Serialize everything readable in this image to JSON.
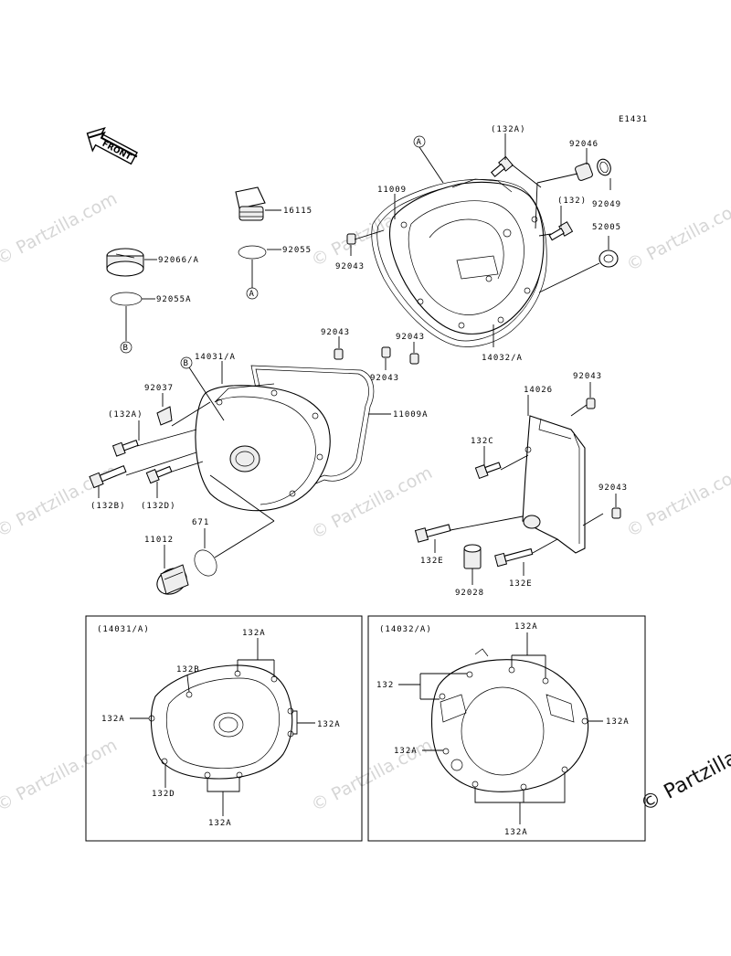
{
  "diagram_code": "E1431",
  "front_label": "FRONT",
  "watermark": "© Partzilla.com",
  "watermark_corner": "© Partzilla",
  "labels": {
    "p132A_top": "(132A)",
    "p92046": "92046",
    "p11009": "11009",
    "p16115": "16115",
    "p92049": "92049",
    "p132_paren": "(132)",
    "p52005": "52005",
    "p92055": "92055",
    "p92066A": "92066/A",
    "p92043_a": "92043",
    "p92055A": "92055A",
    "p92043_b": "92043",
    "p92043_c": "92043",
    "p14032A": "14032/A",
    "p14031A": "14031/A",
    "p92043_d": "92043",
    "p92037": "92037",
    "p11009A": "11009A",
    "p132A_left": "(132A)",
    "p14026": "14026",
    "p92043_e": "92043",
    "p132C": "132C",
    "p132B_paren": "(132B)",
    "p132D_paren": "(132D)",
    "p92043_f": "92043",
    "p671": "671",
    "p11012": "11012",
    "p132E_a": "132E",
    "p92028": "92028",
    "p132E_b": "132E"
  },
  "callouts": {
    "A_top": "A",
    "A_lower": "A",
    "B_left": "B",
    "B_lower": "B"
  },
  "inset_left": {
    "title": "(14031/A)",
    "top": "132A",
    "b": "132B",
    "left": "132A",
    "right": "132A",
    "d": "132D",
    "bottom": "132A"
  },
  "inset_right": {
    "title": "(14032/A)",
    "top": "132A",
    "left": "132",
    "right": "132A",
    "lower_left": "132A",
    "bottom": "132A"
  }
}
